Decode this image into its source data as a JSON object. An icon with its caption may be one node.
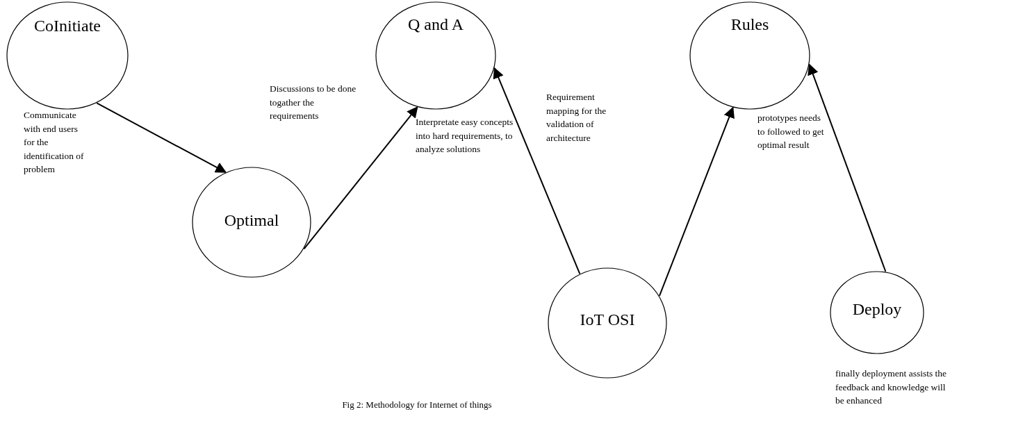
{
  "diagram": {
    "caption": "Fig 2: Methodology for Internet of things",
    "nodes": [
      {
        "text": [
          "CoInitiate"
        ]
      },
      {
        "text": [
          "Q and A"
        ]
      },
      {
        "text": [
          "Rules"
        ]
      },
      {
        "text": [
          "Optimal"
        ]
      },
      {
        "text": [
          "IoT OSI"
        ]
      },
      {
        "text": [
          "Deploy"
        ]
      }
    ],
    "edges": [
      {
        "from": 0,
        "to": 3,
        "arrow": "to"
      },
      {
        "from": 3,
        "to": 1,
        "arrow": "to"
      },
      {
        "from": 4,
        "to": 1,
        "arrow": "to"
      },
      {
        "from": 4,
        "to": 2,
        "arrow": "to"
      },
      {
        "from": 5,
        "to": 2,
        "arrow": "to"
      }
    ],
    "labels": [
      "Communicate with end users for the identification of problem",
      "Discussions to be done togather the requirements",
      "Interpretate easy concepts into hard requirements, to analyze solutions",
      "Requirement mapping for the validation of architecture",
      "prototypes needs to followed to  get optimal result",
      "finally deployment assists the feedback and knowledge will be enhanced"
    ]
  }
}
